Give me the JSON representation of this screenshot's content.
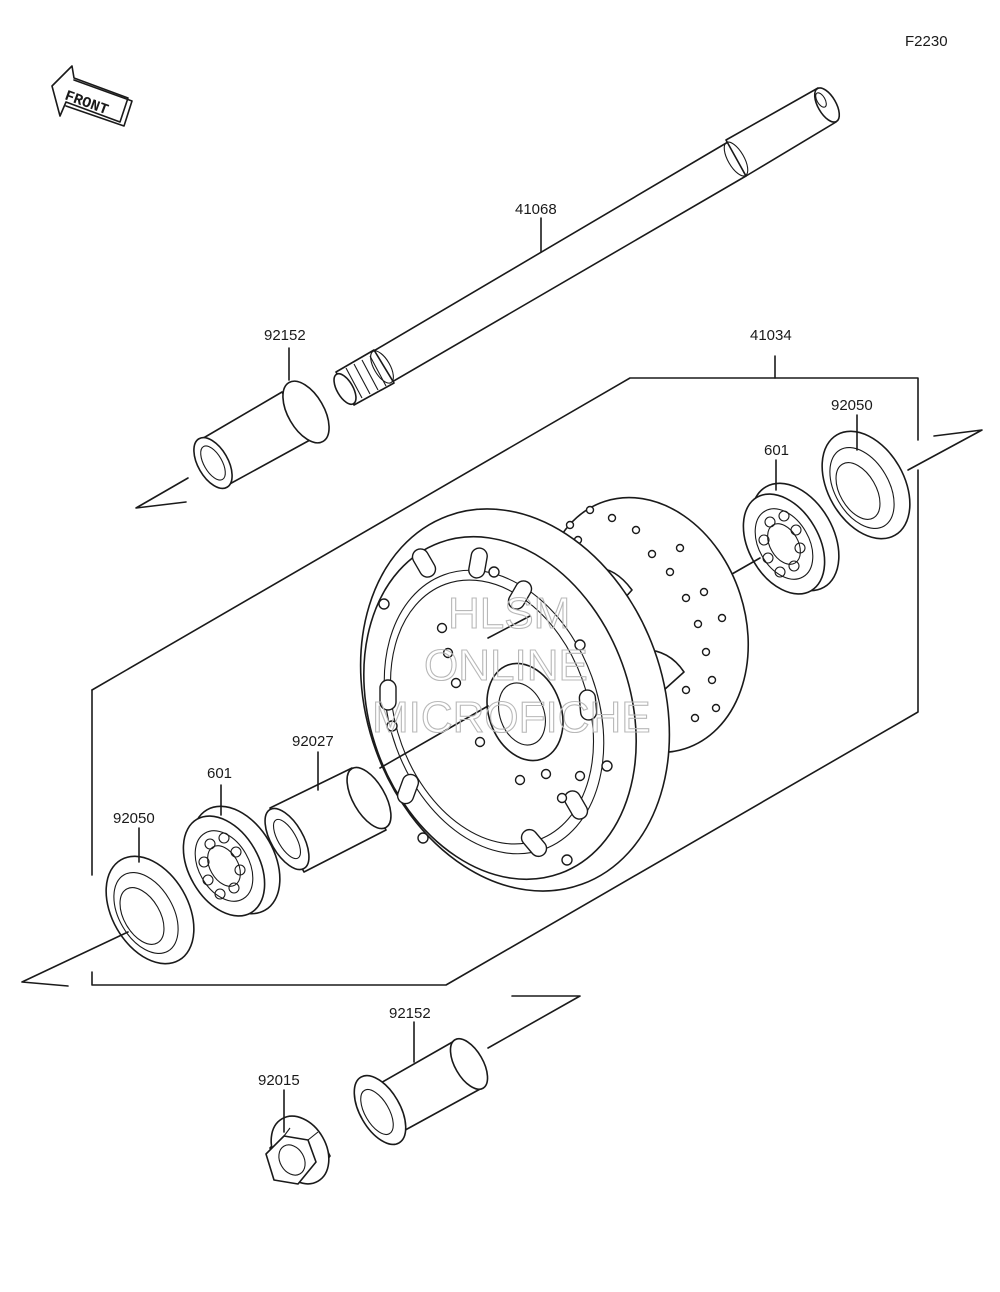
{
  "figure_code": "F2230",
  "front_arrow": {
    "label": "FRONT",
    "icon": "front-direction-arrow-icon"
  },
  "watermark": {
    "line1": "HLSM",
    "line2": "ONLINE",
    "line3": "MICROFICHE"
  },
  "callouts": {
    "axle": "41068",
    "collar_top": "92152",
    "wheel_assembly": "41034",
    "oil_seal_right": "92050",
    "bearing_right": "601",
    "distance_collar": "92027",
    "bearing_left": "601",
    "oil_seal_left": "92050",
    "collar_bottom": "92152",
    "axle_nut": "92015"
  }
}
